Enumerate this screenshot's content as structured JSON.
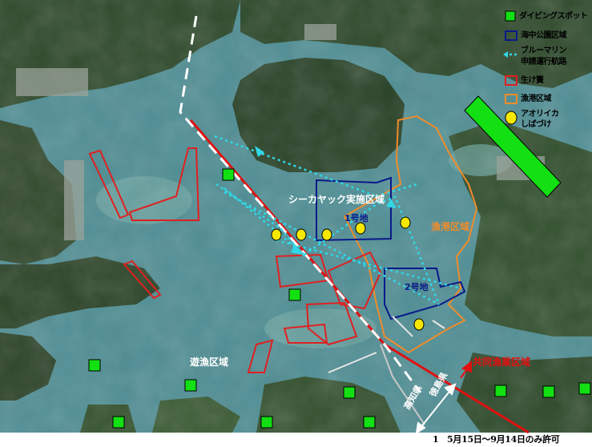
{
  "legend": {
    "dive_spot": "ダイビングスポット",
    "marine_park": "海中公園区域",
    "marine_route_line1": "ブルーマリン",
    "marine_route_line2": "申請運行航路",
    "fish_pen": "生け簀",
    "fishing_port": "漁港区域",
    "squid_line1": "アオリイカ",
    "squid_line2": "しばづけ"
  },
  "labels": {
    "kayak": "シーカヤック実施区域",
    "zone1": "1号地",
    "zone2": "2号地",
    "port": "漁港区域",
    "leisure": "遊漁区域",
    "shared": "共同漁業区域",
    "kochi": "高知県",
    "tokushima": "徳島県"
  },
  "note": "1　5月15日～9月14日のみ許可",
  "colors": {
    "dive": "#12e012",
    "park": "#0a1a8a",
    "route": "#30d8e8",
    "pen": "#e02020",
    "port": "#f08c2a",
    "squid": "#f8e800",
    "shared": "#e01010"
  }
}
